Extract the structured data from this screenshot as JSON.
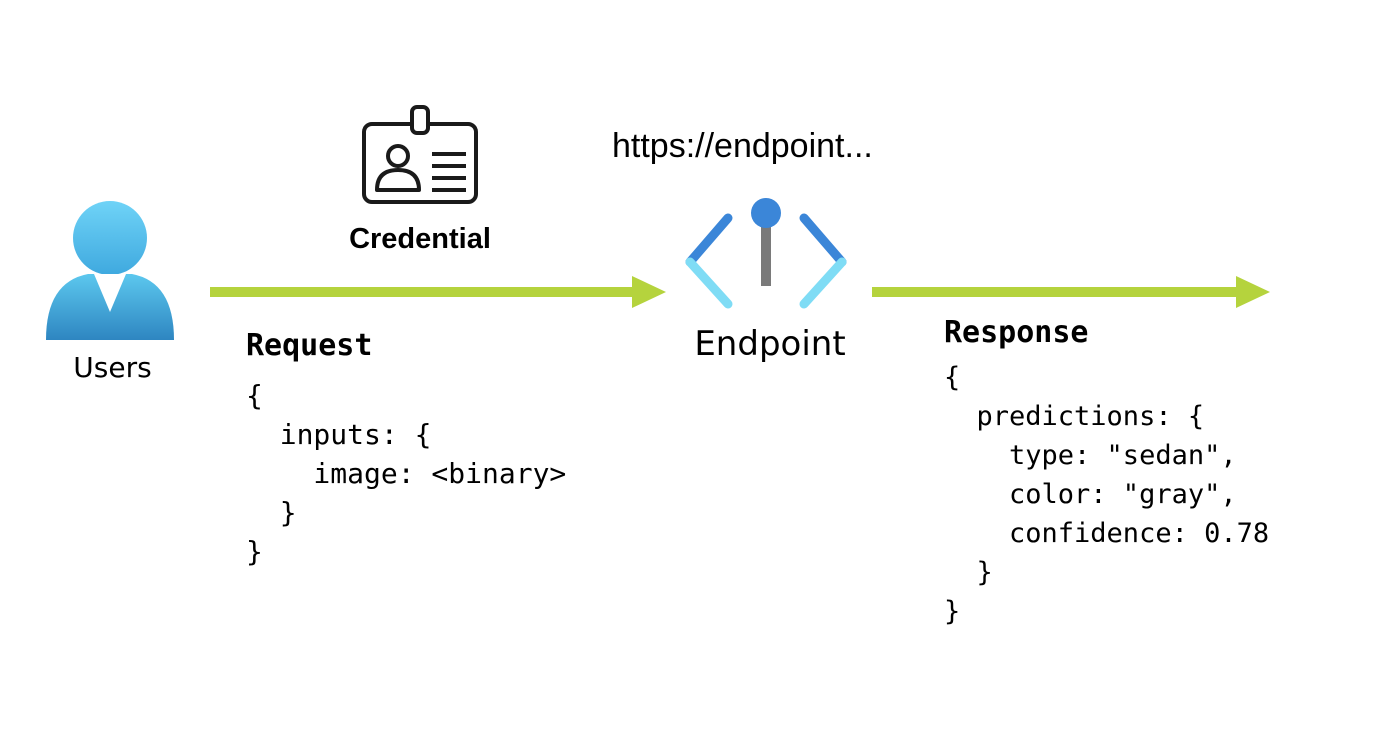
{
  "users": {
    "label": "Users",
    "icon": "user-icon"
  },
  "credential": {
    "label": "Credential",
    "icon": "id-badge-icon"
  },
  "endpoint": {
    "url": "https://endpoint...",
    "label": "Endpoint",
    "icon": "endpoint-icon"
  },
  "request": {
    "title": "Request",
    "code": "{\n  inputs: {\n    image: <binary>\n  }\n}"
  },
  "response": {
    "title": "Response",
    "code": "{\n  predictions: {\n    type: \"sedan\",\n    color: \"gray\",\n    confidence: 0.78\n  }\n}"
  },
  "colors": {
    "arrow": "#B5D33D",
    "user_blue_light": "#5CC8EE",
    "user_blue_dark": "#2E86C1",
    "endpoint_blue": "#3B86D8",
    "endpoint_cyan": "#7FDCF5",
    "endpoint_stem": "#7A7A7A"
  }
}
